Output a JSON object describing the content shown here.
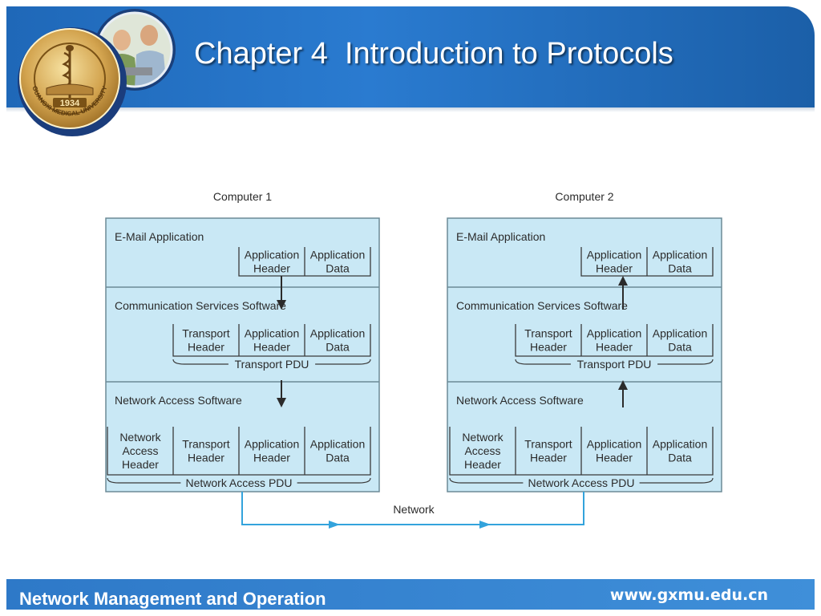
{
  "header": {
    "title": "Chapter 4  Introduction to Protocols",
    "seal_text": "GUANGXI MEDICAL UNIVERSITY",
    "seal_year": "1934"
  },
  "footer": {
    "course": "Network Management and Operation",
    "url": "www.gxmu.edu.cn"
  },
  "colors": {
    "header_blue": "#2a7bd0",
    "box_fill": "#c9e8f5",
    "network_line": "#33a3dc"
  },
  "diagram": {
    "network_label": "Network",
    "computers": [
      {
        "name": "Computer 1",
        "flow": "down",
        "layers": [
          {
            "label": "E-Mail Application",
            "fields": [
              "Application\nHeader",
              "Application\nData"
            ],
            "pdu": ""
          },
          {
            "label": "Communication Services Software",
            "fields": [
              "Transport\nHeader",
              "Application\nHeader",
              "Application\nData"
            ],
            "pdu": "Transport PDU"
          },
          {
            "label": "Network Access Software",
            "fields": [
              "Network\nAccess\nHeader",
              "Transport\nHeader",
              "Application\nHeader",
              "Application\nData"
            ],
            "pdu": "Network Access PDU"
          }
        ]
      },
      {
        "name": "Computer 2",
        "flow": "up",
        "layers": [
          {
            "label": "E-Mail Application",
            "fields": [
              "Application\nHeader",
              "Application\nData"
            ],
            "pdu": ""
          },
          {
            "label": "Communication Services Software",
            "fields": [
              "Transport\nHeader",
              "Application\nHeader",
              "Application\nData"
            ],
            "pdu": "Transport PDU"
          },
          {
            "label": "Network Access Software",
            "fields": [
              "Network\nAccess\nHeader",
              "Transport\nHeader",
              "Application\nHeader",
              "Application\nData"
            ],
            "pdu": "Network Access PDU"
          }
        ]
      }
    ]
  }
}
